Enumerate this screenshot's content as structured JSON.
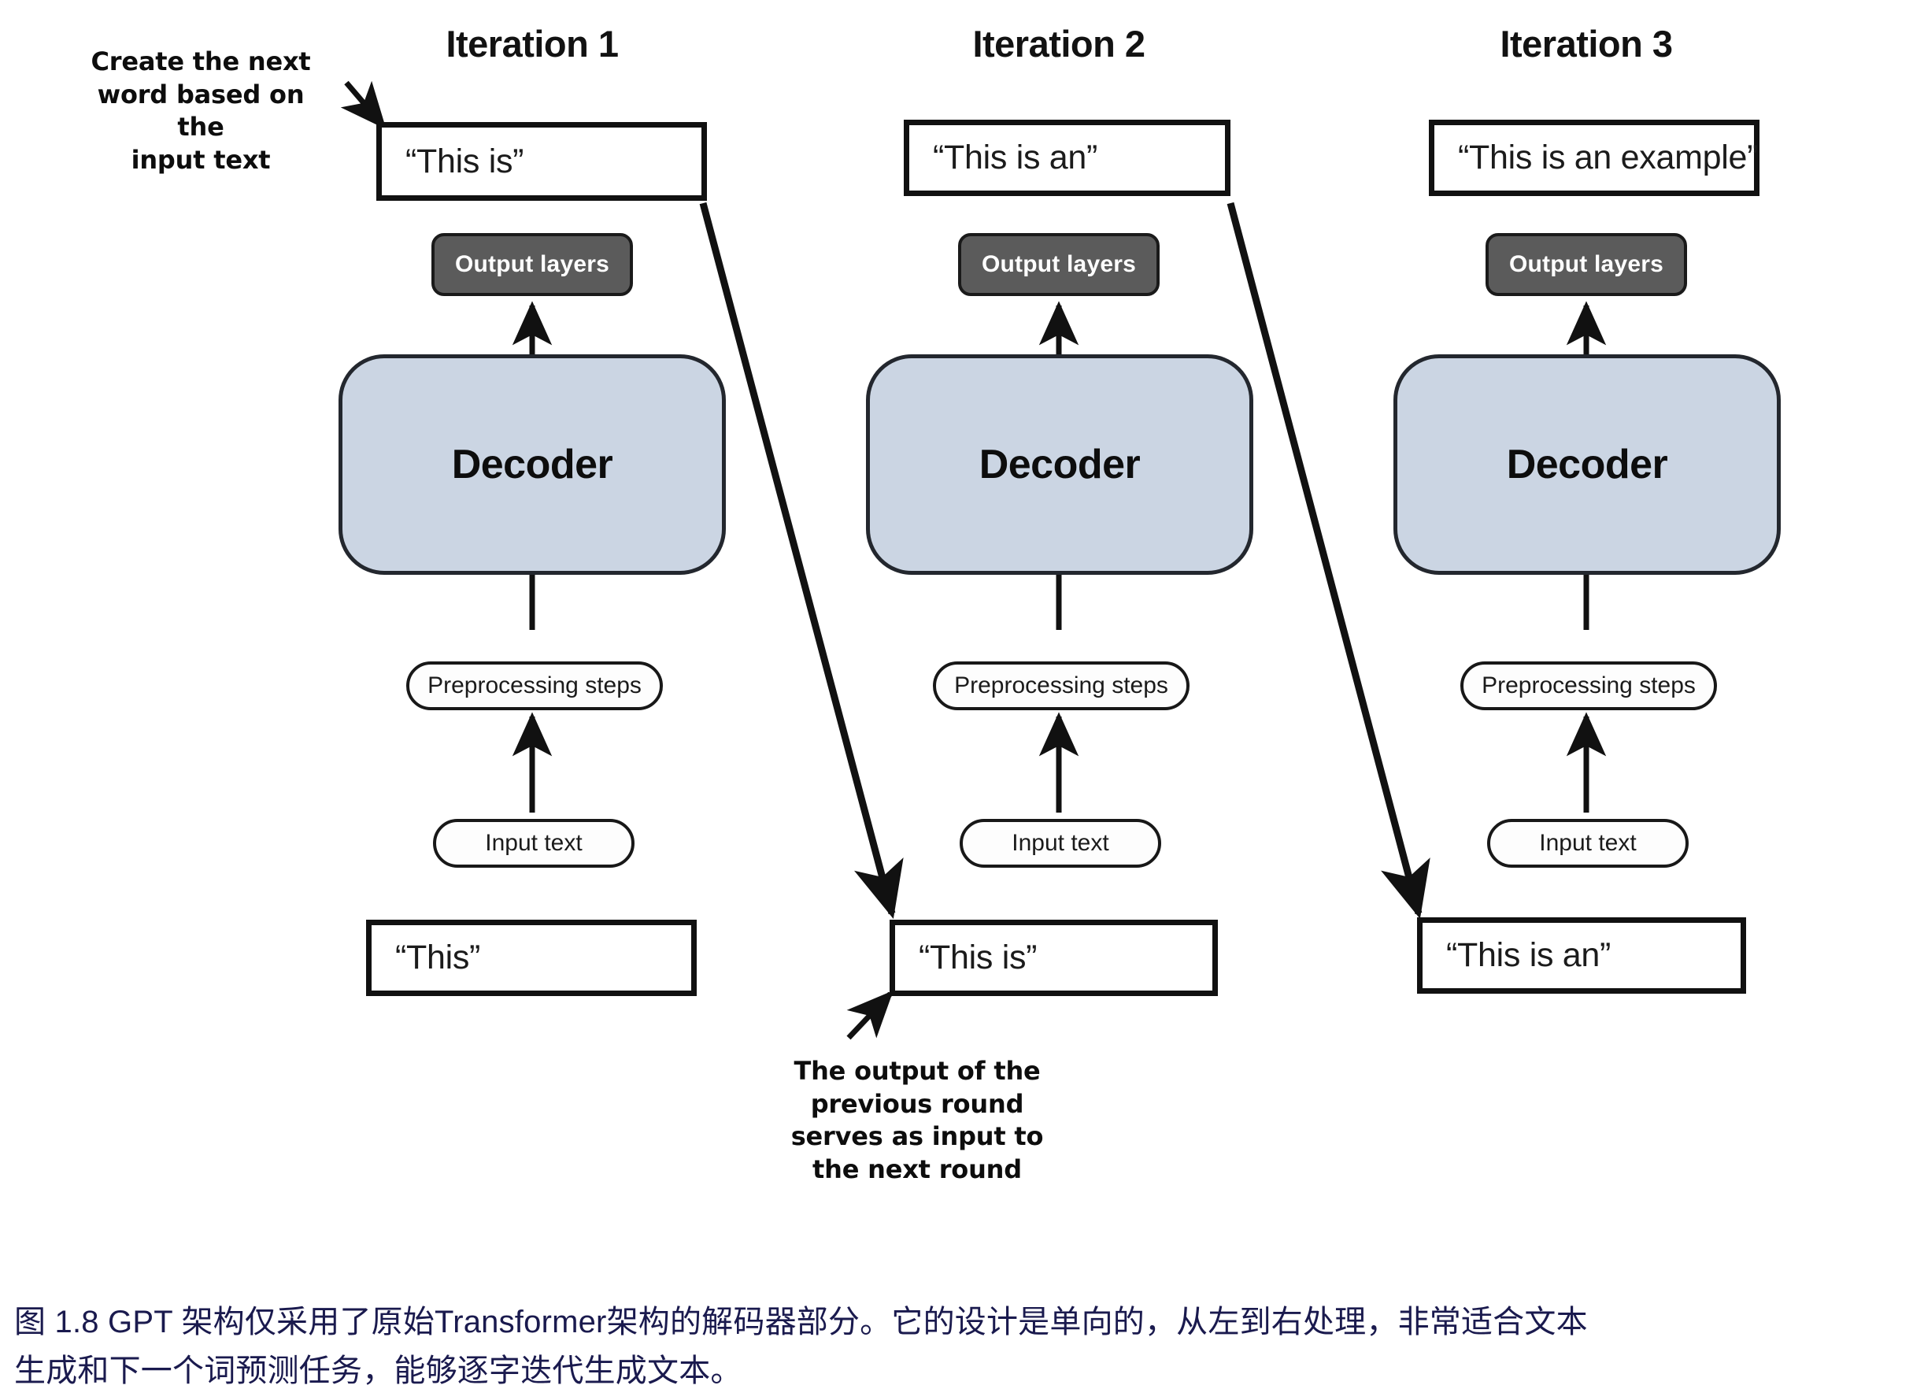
{
  "figure": {
    "columns": [
      {
        "title": "Iteration 1",
        "output_text": "“This is”",
        "output_layers_label": "Output layers",
        "decoder_label": "Decoder",
        "preprocessing_label": "Preprocessing steps",
        "input_label": "Input text",
        "input_text": "“This”"
      },
      {
        "title": "Iteration 2",
        "output_text": "“This is an”",
        "output_layers_label": "Output layers",
        "decoder_label": "Decoder",
        "preprocessing_label": "Preprocessing steps",
        "input_label": "Input text",
        "input_text": "“This is”"
      },
      {
        "title": "Iteration 3",
        "output_text": "“This is an example”",
        "output_layers_label": "Output layers",
        "decoder_label": "Decoder",
        "preprocessing_label": "Preprocessing steps",
        "input_label": "Input text",
        "input_text": "“This is an”"
      }
    ],
    "annotations": {
      "top_left": "Create the next\nword based on the\ninput text",
      "bottom_middle": "The output of the\nprevious round\nserves as input to\nthe next round"
    },
    "caption": {
      "line1": "图 1.8  GPT 架构仅采用了原始Transformer架构的解码器部分。它的设计是单向的，从左到右处理，非常适合文本",
      "line2": "生成和下一个词预测任务，能够逐字迭代生成文本。"
    },
    "colors": {
      "decoder_fill": "#cbd5e3",
      "output_layers_fill": "#5b5b5b",
      "stroke": "#111111",
      "caption_text": "#1a1a4e"
    }
  }
}
